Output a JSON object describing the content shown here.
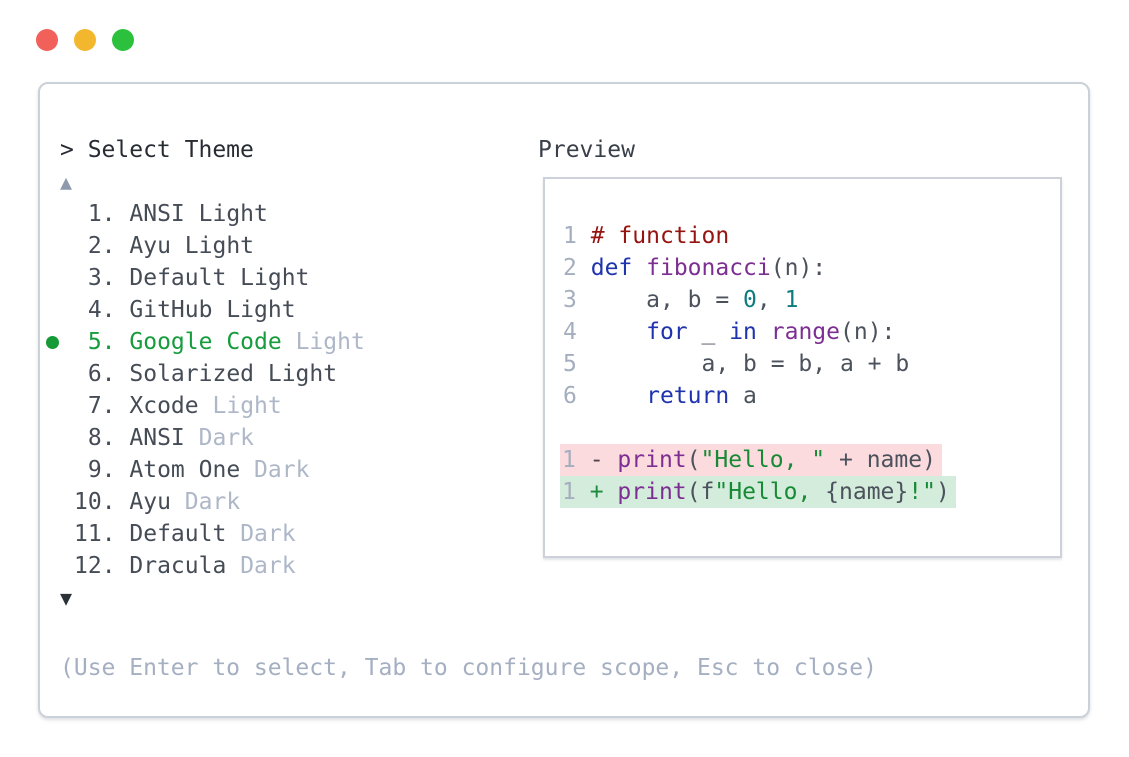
{
  "window": {
    "traffic_lights": [
      {
        "name": "close",
        "color": "#f2605a"
      },
      {
        "name": "minimize",
        "color": "#f3b72d"
      },
      {
        "name": "zoom",
        "color": "#2cc13c"
      }
    ]
  },
  "picker": {
    "prompt": "> Select Theme",
    "scroll_up_indicator": "▲",
    "scroll_down_indicator": "▼",
    "selected_accent_color": "#179c3d",
    "muted_color": "#aeb7c8",
    "items": [
      {
        "number": "1.",
        "name": "ANSI Light",
        "suffix": "",
        "selected": false
      },
      {
        "number": "2.",
        "name": "Ayu Light",
        "suffix": "",
        "selected": false
      },
      {
        "number": "3.",
        "name": "Default Light",
        "suffix": "",
        "selected": false
      },
      {
        "number": "4.",
        "name": "GitHub Light",
        "suffix": "",
        "selected": false
      },
      {
        "number": "5.",
        "name": "Google Code",
        "suffix": "Light",
        "selected": true
      },
      {
        "number": "6.",
        "name": "Solarized Light",
        "suffix": "",
        "selected": false
      },
      {
        "number": "7.",
        "name": "Xcode",
        "suffix": "Light",
        "selected": false
      },
      {
        "number": "8.",
        "name": "ANSI",
        "suffix": "Dark",
        "selected": false
      },
      {
        "number": "9.",
        "name": "Atom One",
        "suffix": "Dark",
        "selected": false
      },
      {
        "number": "10.",
        "name": "Ayu",
        "suffix": "Dark",
        "selected": false
      },
      {
        "number": "11.",
        "name": "Default",
        "suffix": "Dark",
        "selected": false
      },
      {
        "number": "12.",
        "name": "Dracula",
        "suffix": "Dark",
        "selected": false
      }
    ],
    "help": "(Use Enter to select, Tab to configure scope, Esc to close)"
  },
  "preview": {
    "label": "Preview",
    "syntax_colors": {
      "comment": "#961410",
      "keyword": "#1e33ad",
      "function": "#7d2e92",
      "number_literal": "#0e7b7d",
      "string": "#178a35",
      "plain": "#4b525c",
      "line_number": "#a5aebe",
      "diff_removed_bg": "#fbdbde",
      "diff_added_bg": "#d3ecdb"
    },
    "code_lines": [
      {
        "num": "1",
        "tokens": [
          {
            "t": "# function",
            "c": "comment"
          }
        ]
      },
      {
        "num": "2",
        "tokens": [
          {
            "t": "def",
            "c": "kw"
          },
          {
            "t": " ",
            "c": "plain"
          },
          {
            "t": "fibonacci",
            "c": "fn"
          },
          {
            "t": "(n):",
            "c": "plain"
          }
        ]
      },
      {
        "num": "3",
        "tokens": [
          {
            "t": "    a, b = ",
            "c": "plain"
          },
          {
            "t": "0",
            "c": "num"
          },
          {
            "t": ", ",
            "c": "plain"
          },
          {
            "t": "1",
            "c": "num"
          }
        ]
      },
      {
        "num": "4",
        "tokens": [
          {
            "t": "    ",
            "c": "plain"
          },
          {
            "t": "for",
            "c": "kw"
          },
          {
            "t": " _ ",
            "c": "plain"
          },
          {
            "t": "in",
            "c": "kw"
          },
          {
            "t": " ",
            "c": "plain"
          },
          {
            "t": "range",
            "c": "fn"
          },
          {
            "t": "(n):",
            "c": "plain"
          }
        ]
      },
      {
        "num": "5",
        "tokens": [
          {
            "t": "        a, b = b, a + b",
            "c": "plain"
          }
        ]
      },
      {
        "num": "6",
        "tokens": [
          {
            "t": "    ",
            "c": "plain"
          },
          {
            "t": "return",
            "c": "kw"
          },
          {
            "t": " a",
            "c": "plain"
          }
        ]
      }
    ],
    "diff_lines": [
      {
        "num": "1",
        "kind": "removed",
        "tokens": [
          {
            "t": "- ",
            "c": "minus"
          },
          {
            "t": "print",
            "c": "fn"
          },
          {
            "t": "(",
            "c": "plain"
          },
          {
            "t": "\"Hello, \"",
            "c": "str"
          },
          {
            "t": " + name)",
            "c": "plain"
          }
        ]
      },
      {
        "num": "1",
        "kind": "added",
        "tokens": [
          {
            "t": "+ ",
            "c": "plus"
          },
          {
            "t": "print",
            "c": "fn"
          },
          {
            "t": "(f",
            "c": "plain"
          },
          {
            "t": "\"Hello, ",
            "c": "str"
          },
          {
            "t": "{name}",
            "c": "plain"
          },
          {
            "t": "!\"",
            "c": "str"
          },
          {
            "t": ")",
            "c": "plain"
          }
        ]
      }
    ]
  }
}
